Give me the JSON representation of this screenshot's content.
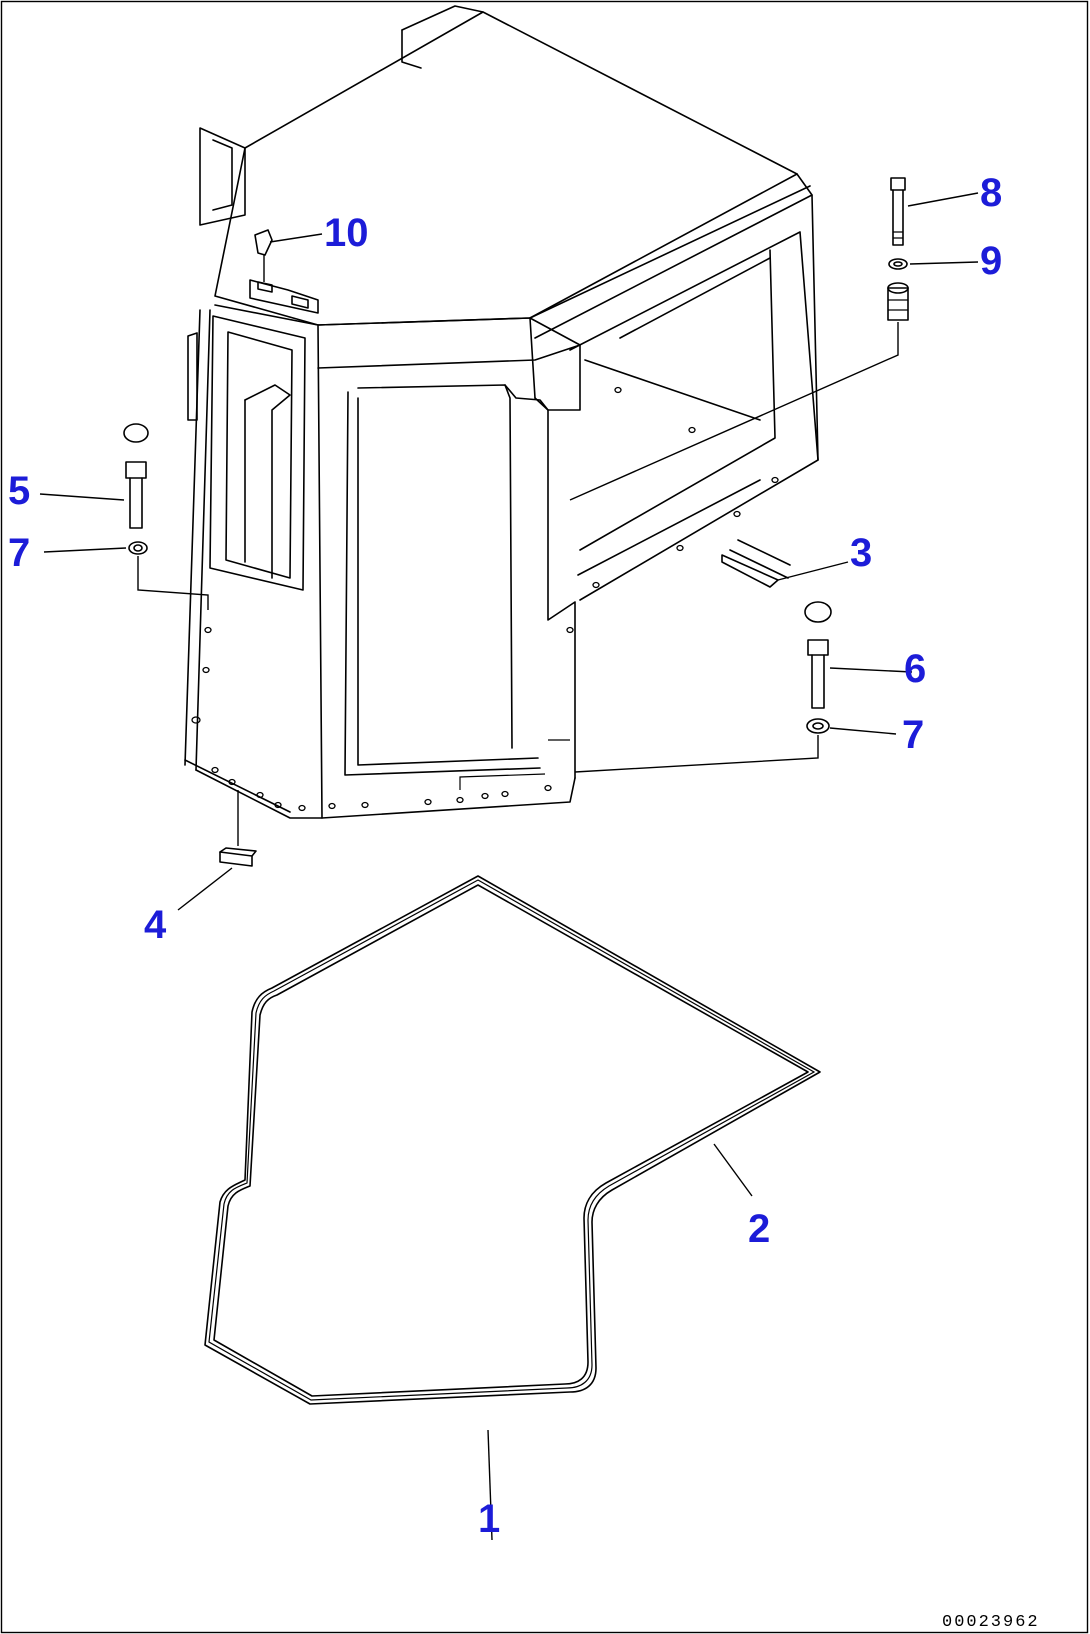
{
  "drawing": {
    "document_number": "00023962",
    "callouts": [
      {
        "id": "c10",
        "label": "10"
      },
      {
        "id": "c8",
        "label": "8"
      },
      {
        "id": "c9",
        "label": "9"
      },
      {
        "id": "c5",
        "label": "5"
      },
      {
        "id": "c7a",
        "label": "7"
      },
      {
        "id": "c3",
        "label": "3"
      },
      {
        "id": "c6",
        "label": "6"
      },
      {
        "id": "c7b",
        "label": "7"
      },
      {
        "id": "c4",
        "label": "4"
      },
      {
        "id": "c2",
        "label": "2"
      },
      {
        "id": "c1",
        "label": "1"
      }
    ],
    "colors": {
      "callout": "#1c1cd8",
      "linework": "#000000",
      "background": "#ffffff"
    }
  }
}
